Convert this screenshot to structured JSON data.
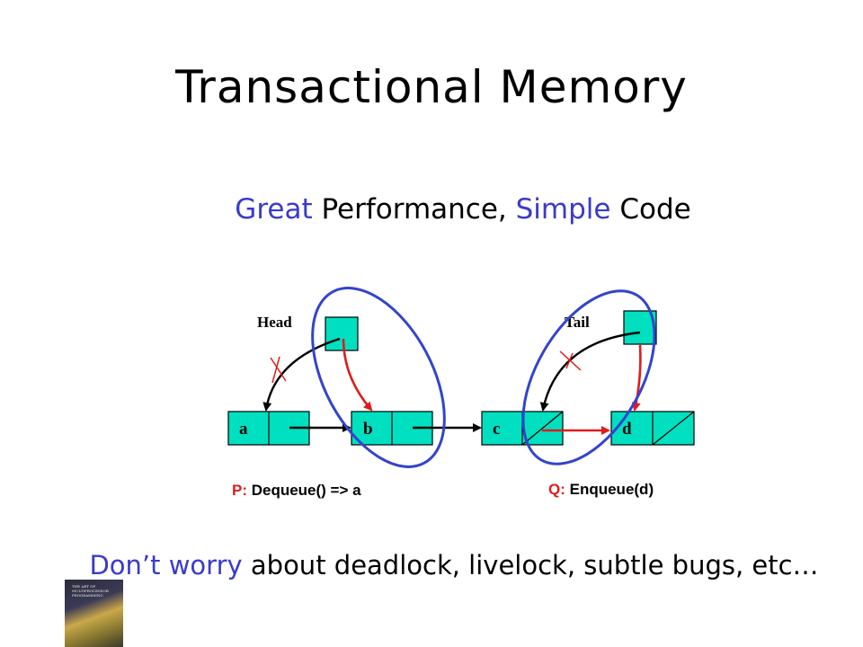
{
  "title": "Transactional Memory",
  "subtitle": {
    "great": "Great",
    "performance": " Performance, ",
    "simple": "Simple",
    "code": " Code"
  },
  "diagram": {
    "head_label": "Head",
    "tail_label": "Tail",
    "nodes": [
      {
        "label": "a"
      },
      {
        "label": "b"
      },
      {
        "label": "c"
      },
      {
        "label": "d"
      }
    ],
    "node_color": "#00e0c0",
    "circle_color": "#3344cc",
    "arrow_new_color": "#e01b1b"
  },
  "ops": {
    "p_tag": "P:",
    "p_text": " Dequeue() => a",
    "q_tag": "Q:",
    "q_text": " Enqueue(d)"
  },
  "bottom": {
    "dont": "Don’t worry",
    "rest": " about deadlock, livelock, subtle bugs, etc…"
  },
  "book": {
    "text": "THE ART OF MULTIPROCESSOR PROGRAMMING"
  }
}
